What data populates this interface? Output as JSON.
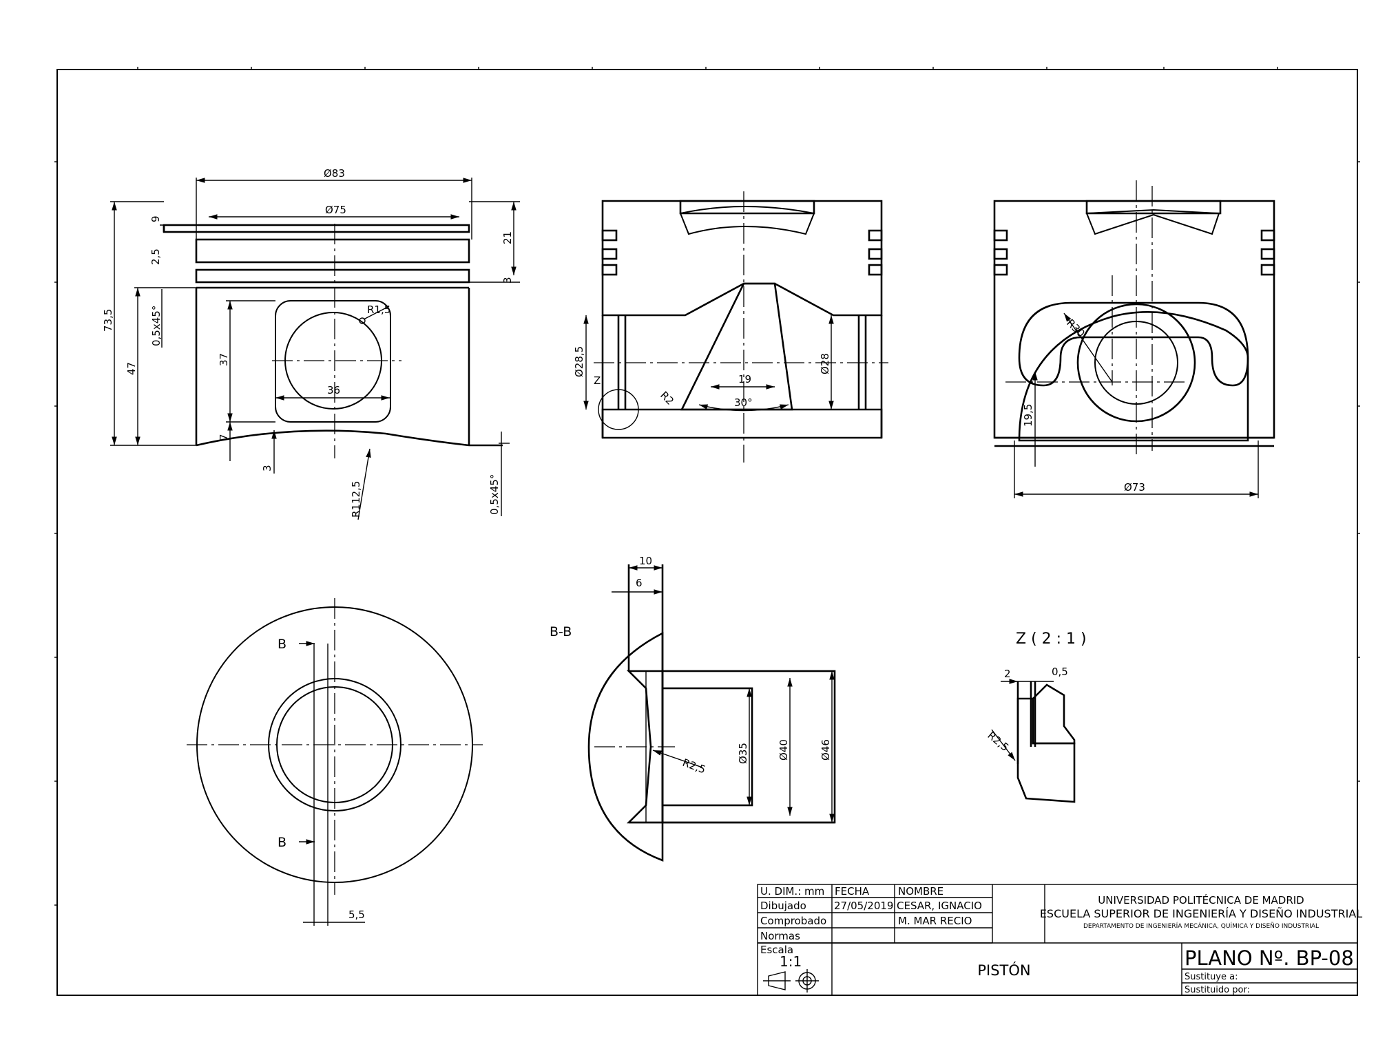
{
  "dims": {
    "d83": "Ø83",
    "d75": "Ø75",
    "h9": "9",
    "h2_5": "2,5",
    "h21": "21",
    "h3": "3",
    "h73_5": "73,5",
    "h47": "47",
    "ch1": "0,5x45°",
    "h37": "37",
    "r1_5": "R1,5",
    "w36": "36",
    "h7": "7",
    "h3b": "3",
    "r112_5": "R112,5",
    "ch2": "0,5x45°",
    "d28_5": "Ø28,5",
    "z": "Z",
    "r2": "R2",
    "w19": "19",
    "a30": "30°",
    "d28": "Ø28",
    "r30": "R30",
    "h19_5": "19,5",
    "d73": "Ø73",
    "b_top": "B",
    "b_bot": "B",
    "w5_5": "5,5",
    "bb_label": "B-B",
    "w10": "10",
    "w6": "6",
    "r2_5a": "R2,5",
    "d35": "Ø35",
    "d40": "Ø40",
    "d46": "Ø46",
    "z_title": "Z ( 2 : 1 )",
    "z_2": "2",
    "z_0_5": "0,5",
    "z_r2_5": "R2,5"
  },
  "title_block": {
    "udim": "U. DIM.: mm",
    "fecha": "FECHA",
    "nombre": "NOMBRE",
    "dibujado": "Dibujado",
    "fecha_val": "27/05/2019",
    "nombre_val": "CESAR, IGNACIO",
    "comprobado": "Comprobado",
    "comprobado_val": "M. MAR RECIO",
    "normas": "Normas",
    "escala": "Escala",
    "escala_val": "1:1",
    "university": "UNIVERSIDAD POLITÉCNICA DE MADRID",
    "school": "ESCUELA SUPERIOR DE INGENIERÍA Y DISEÑO INDUSTRIAL",
    "department": "DEPARTAMENTO DE INGENIERÍA MECÁNICA, QUÍMICA Y DISEÑO INDUSTRIAL",
    "part_name": "PISTÓN",
    "plano": "PLANO Nº. BP-08",
    "sustituye": "Sustituye a:",
    "sustituido": "Sustituido por:"
  }
}
